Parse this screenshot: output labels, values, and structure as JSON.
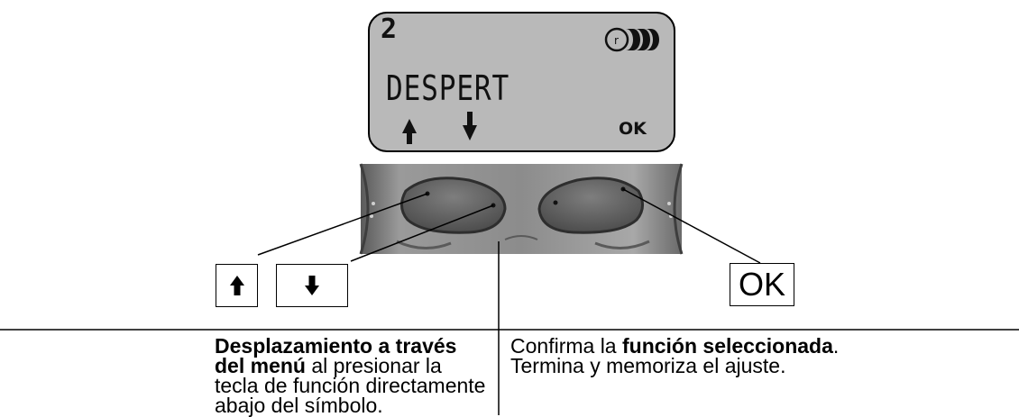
{
  "display": {
    "indicator": "2",
    "menu_word": "DESPERT",
    "softkey_up_symbol": "▲",
    "softkey_down_symbol": "▼",
    "softkey_ok_label": "OK",
    "battery_icon": "battery-icon"
  },
  "keys": {
    "up_icon": "arrow-up-icon",
    "down_icon": "arrow-down-icon",
    "ok_label": "OK"
  },
  "descriptions": {
    "left": {
      "bold": "Desplazamiento a través del menú",
      "rest": " al presionar la tecla de función directamente abajo del símbolo."
    },
    "right": {
      "prefix": "Confirma la ",
      "bold": "función seleccionada",
      "suffix": ".",
      "line2": "Termina y memoriza el ajuste."
    }
  },
  "colors": {
    "lcd_background": "#b9b9b9",
    "keypad_gray": "#8a8a8a",
    "line": "#000000"
  }
}
